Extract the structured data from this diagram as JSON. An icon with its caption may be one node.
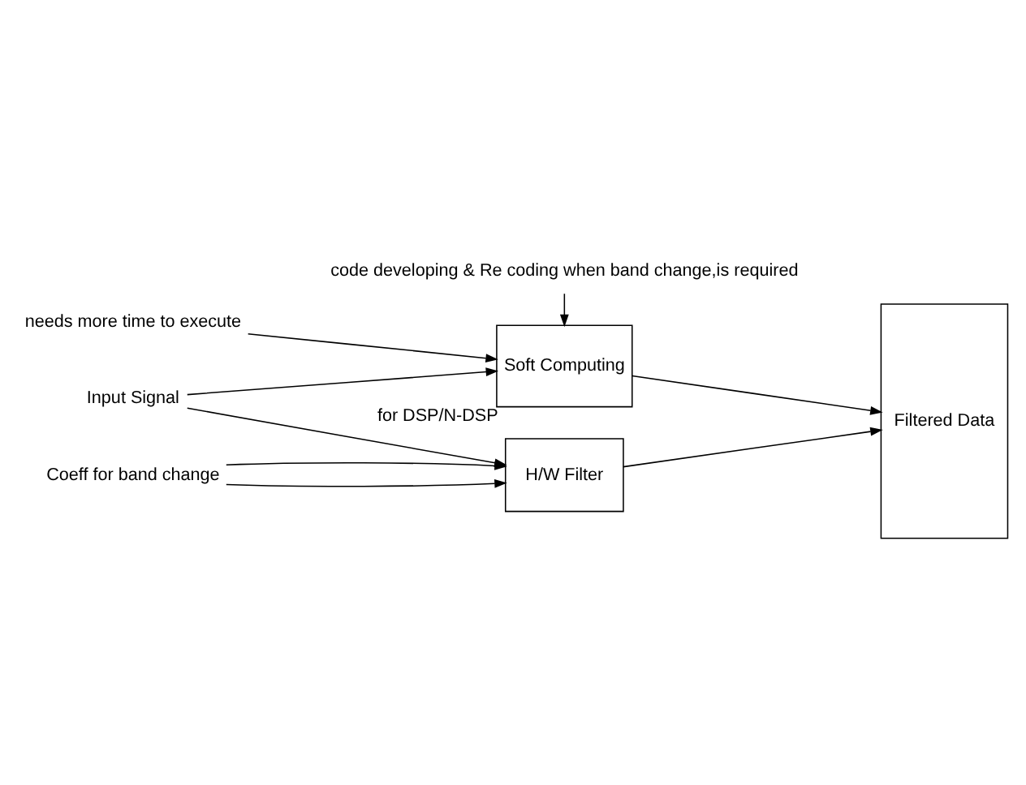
{
  "diagram": {
    "nodes": [
      {
        "text": [
          "Input Signal"
        ]
      },
      {
        "text": [
          "Soft Computing"
        ],
        "beside": [
          "for DSP/N-DSP"
        ]
      },
      {
        "text": [
          "H/W Filter"
        ]
      },
      {
        "text": [
          "Filtered Data"
        ]
      },
      {
        "text": [
          "needs more time to execute"
        ]
      },
      {
        "text": [
          "code developing & Re coding when band change,is required"
        ]
      },
      {
        "text": [
          "Coeff for band change"
        ]
      }
    ],
    "edges": [
      {
        "from": 0,
        "to": 1,
        "arrow": "to"
      },
      {
        "from": 0,
        "to": 2,
        "arrow": "to"
      },
      {
        "from": 1,
        "to": 3,
        "arrow": "to"
      },
      {
        "from": 2,
        "to": 3,
        "arrow": "to"
      },
      {
        "from": 4,
        "to": 1,
        "arrow": "to"
      },
      {
        "from": 5,
        "to": 1,
        "arrow": "to"
      },
      {
        "from": 6,
        "to": 2,
        "arrow": "to"
      },
      {
        "from": 6,
        "to": 2,
        "arrow": "to"
      }
    ]
  }
}
